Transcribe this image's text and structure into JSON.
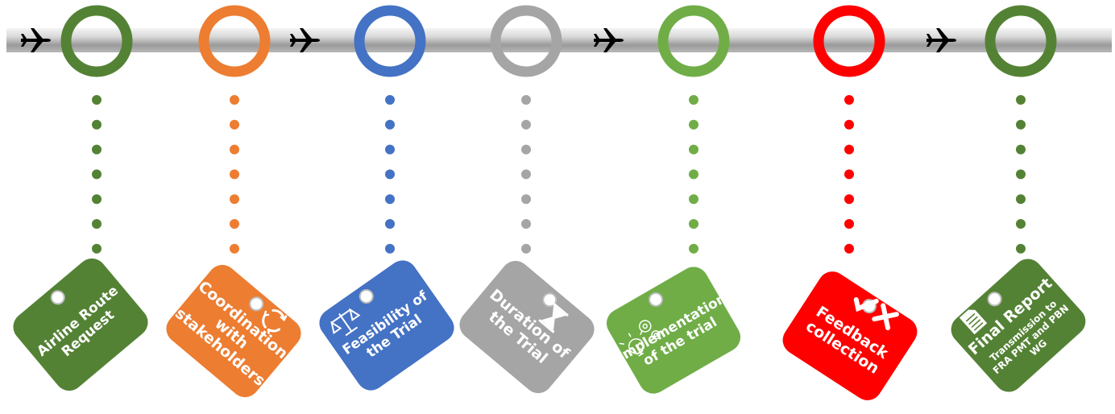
{
  "steps": [
    {
      "id": "airline-route-request",
      "lines": [
        "Airline Route",
        "Request"
      ],
      "sublines": [],
      "color": "#548235",
      "icon": "none"
    },
    {
      "id": "coordination",
      "lines": [
        "Coordination",
        "with",
        "stakeholders"
      ],
      "sublines": [],
      "color": "#ED7D31",
      "icon": "circular-arrows-icon"
    },
    {
      "id": "feasibility",
      "lines": [
        "Feasibility of",
        "the Trial"
      ],
      "sublines": [],
      "color": "#4472C4",
      "icon": "scales-icon"
    },
    {
      "id": "duration",
      "lines": [
        "Duration of",
        "the Trial"
      ],
      "sublines": [],
      "color": "#A5A5A5",
      "icon": "hourglass-icon"
    },
    {
      "id": "implementation",
      "lines": [
        "Implementation",
        "of the trial"
      ],
      "sublines": [],
      "color": "#70AD47",
      "icon": "gears-lightbulb-icon"
    },
    {
      "id": "feedback",
      "lines": [
        "Feedback",
        "collection"
      ],
      "sublines": [],
      "color": "#FF0000",
      "icon": "check-cross-icon"
    },
    {
      "id": "final-report",
      "lines": [
        "Final Report"
      ],
      "sublines": [
        "Transmission to",
        "FRA PMT and PBN",
        "WG"
      ],
      "color": "#548235",
      "icon": "document-icon"
    }
  ],
  "track": {
    "plane_icon": "airplane-icon",
    "plane_color": "#000000",
    "rail_color": "#C0C0C0"
  }
}
